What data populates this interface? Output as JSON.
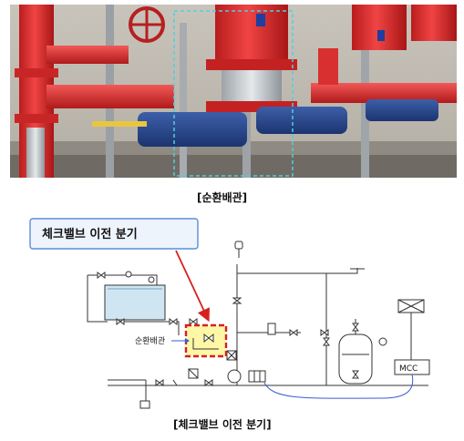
{
  "photo_caption": "[순환배관]",
  "callout_label": "체크밸브 이전 분기",
  "circulation_pipe_label": "순환배관",
  "mcc_label": "MCC",
  "diagram_caption": "[체크밸브 이전 분기]",
  "colors": {
    "callout_border": "#5b8fd6",
    "callout_fill": "#eef4fc",
    "highlight_border": "#d62020",
    "highlight_fill": "#fff7a8",
    "arrow": "#d62020",
    "tank_fill": "#cfe6f2",
    "pipe_blue": "#3b5bd6"
  },
  "icons": [
    "gate-valve-icon",
    "check-valve-icon",
    "pump-icon",
    "gauge-icon",
    "strainer-icon",
    "pressure-tank-icon",
    "drain-icon"
  ]
}
